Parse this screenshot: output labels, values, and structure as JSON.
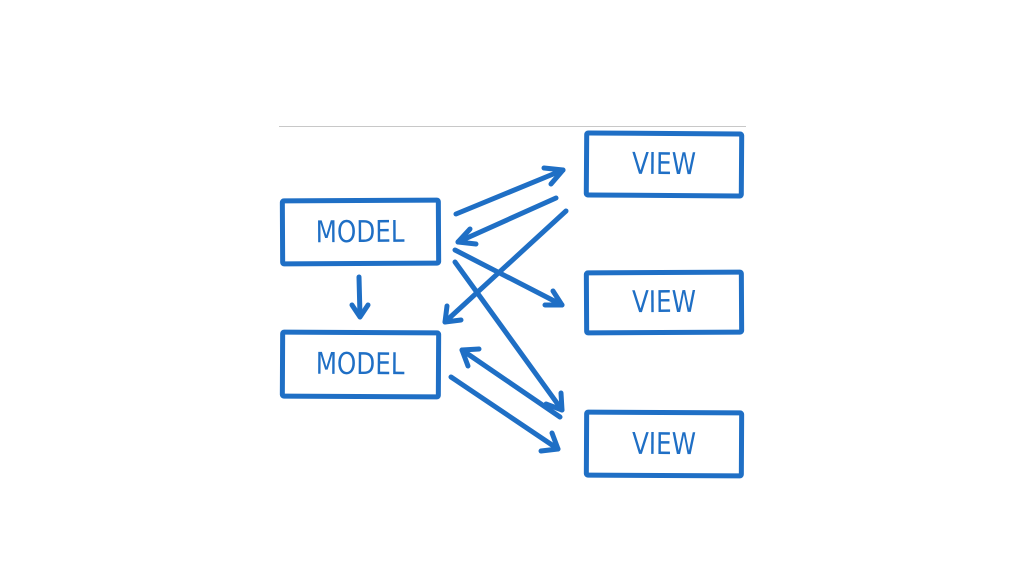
{
  "diagram": {
    "models": [
      {
        "id": "model1",
        "label": "MODEL"
      },
      {
        "id": "model2",
        "label": "MODEL"
      }
    ],
    "views": [
      {
        "id": "view1",
        "label": "VIEW"
      },
      {
        "id": "view2",
        "label": "VIEW"
      },
      {
        "id": "view3",
        "label": "VIEW"
      }
    ],
    "colors": {
      "stroke": "#1f6fc5",
      "background": "#ffffff",
      "rule": "#c8c8c8"
    },
    "edges": [
      {
        "from": "model1",
        "to": "model2"
      },
      {
        "from": "model1",
        "to": "view1"
      },
      {
        "from": "view1",
        "to": "model1"
      },
      {
        "from": "model1",
        "to": "view2"
      },
      {
        "from": "model1",
        "to": "view3"
      },
      {
        "from": "view1",
        "to": "model2"
      },
      {
        "from": "view3",
        "to": "model2"
      },
      {
        "from": "model2",
        "to": "view3"
      }
    ]
  }
}
